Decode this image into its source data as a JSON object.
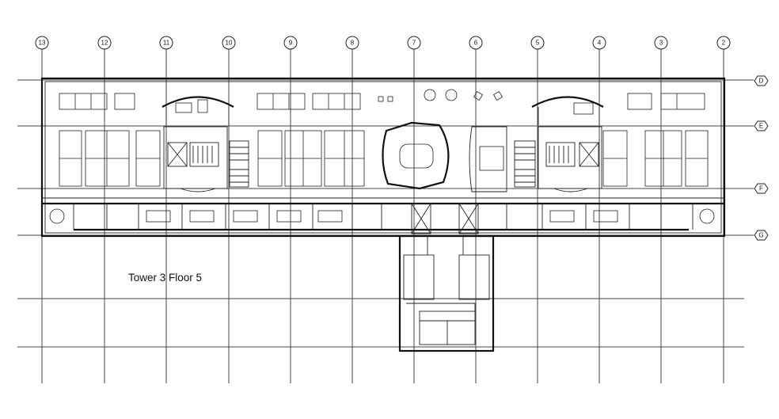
{
  "drawing": {
    "title": "Tower 3 Floor 5",
    "column_grid_labels": [
      "13",
      "12",
      "11",
      "10",
      "9",
      "8",
      "7",
      "6",
      "5",
      "4",
      "3",
      "2"
    ],
    "row_grid_labels": [
      "D",
      "E",
      "F",
      "G"
    ]
  },
  "style": {
    "line_color": "#222222",
    "background": "#ffffff"
  }
}
